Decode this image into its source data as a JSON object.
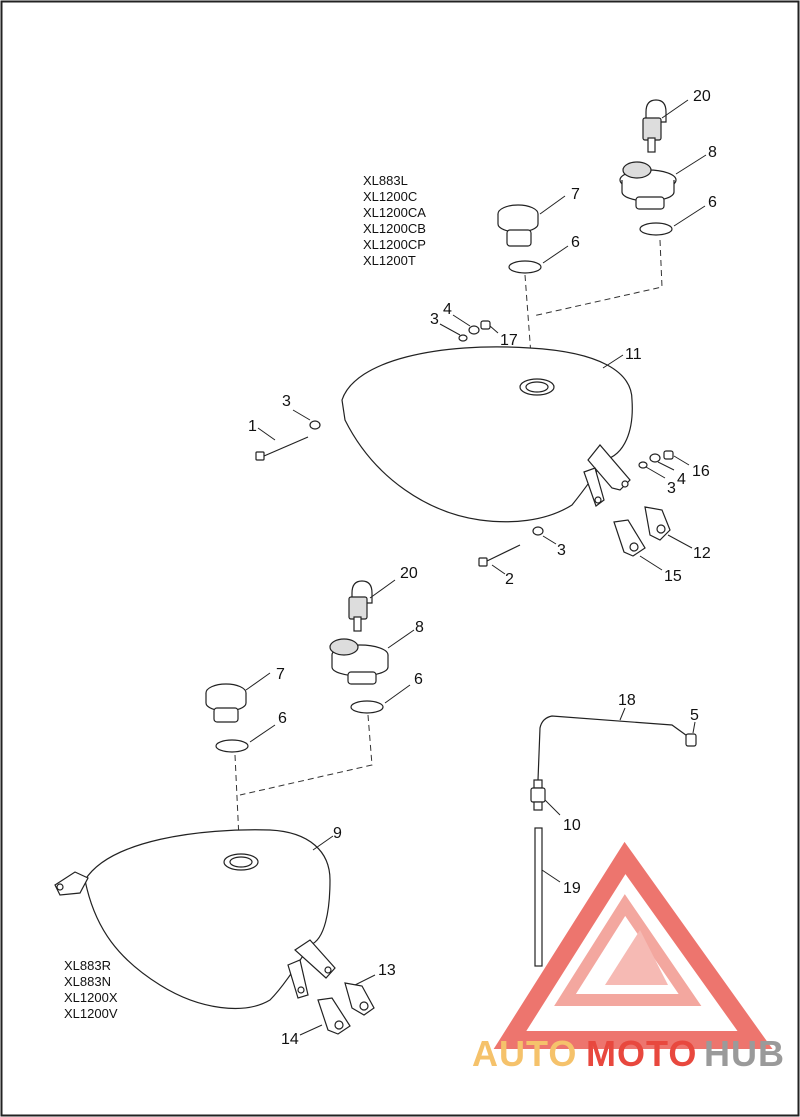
{
  "models_upper": [
    "XL883L",
    "XL1200C",
    "XL1200CA",
    "XL1200CB",
    "XL1200CP",
    "XL1200T"
  ],
  "models_lower": [
    "XL883R",
    "XL883N",
    "XL1200X",
    "XL1200V"
  ],
  "callouts": {
    "c20a": "20",
    "c8a": "8",
    "c7a": "7",
    "c6a": "6",
    "c6b": "6",
    "c4a": "4",
    "c3a": "3",
    "c17": "17",
    "c11": "11",
    "c3b": "3",
    "c1": "1",
    "c16": "16",
    "c4b": "4",
    "c3c": "3",
    "c3d": "3",
    "c2": "2",
    "c12": "12",
    "c15": "15",
    "c20b": "20",
    "c8b": "8",
    "c7b": "7",
    "c6c": "6",
    "c6d": "6",
    "c18": "18",
    "c5": "5",
    "c10": "10",
    "c9": "9",
    "c19": "19",
    "c13": "13",
    "c14": "14"
  },
  "watermark": {
    "part1": "AUTO",
    "part2": "MOTO",
    "part3": "HUB",
    "color_light": "#f5c26b",
    "color_red": "#e8483e",
    "color_dark": "#9a9a9a"
  }
}
